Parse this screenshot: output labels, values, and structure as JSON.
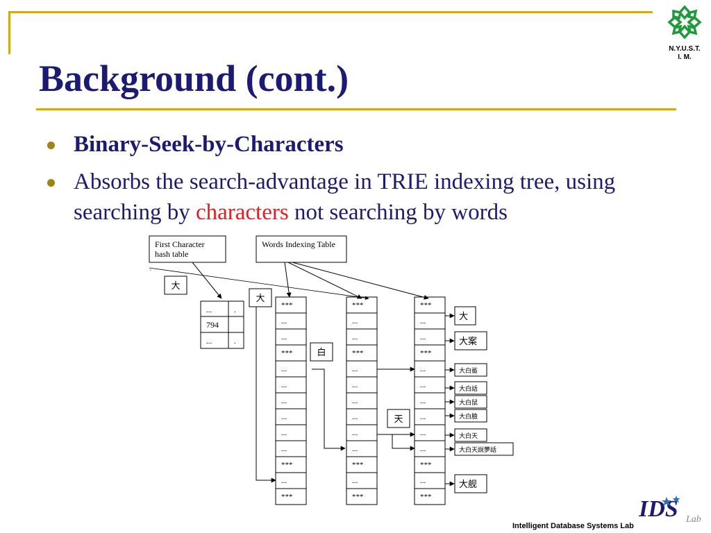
{
  "header": {
    "title": "Background (cont.)",
    "logo_text": "N.Y.U.S.T.",
    "logo_subtext": "I. M."
  },
  "bullets": {
    "item1": "Binary-Seek-by-Characters",
    "item2_part1": "Absorbs the search-advantage in TRIE indexing tree, using searching by ",
    "item2_highlight": "characters",
    "item2_part2": " not searching by words"
  },
  "diagram": {
    "first_char_box": "First      Character",
    "first_char_box_2": "hash table",
    "words_index_box": "Words Indexing Table",
    "query_char_1": "大",
    "query_char_2": "大",
    "query_char_3": "白",
    "query_char_4": "天",
    "hash_table": {
      "rows": [
        [
          "...",
          "."
        ],
        [
          "794",
          ""
        ],
        [
          "...",
          "."
        ]
      ]
    },
    "columns": [
      [
        "***",
        "...",
        "...",
        "***",
        "...",
        "...",
        "...",
        "...",
        "...",
        "...",
        "***",
        "...",
        "***"
      ],
      [
        "***",
        "...",
        "...",
        "***",
        "...",
        "...",
        "...",
        "...",
        "...",
        "...",
        "***",
        "...",
        "***"
      ],
      [
        "***",
        "...",
        "...",
        "***",
        "...",
        "...",
        "...",
        "...",
        "...",
        "...",
        "***",
        "...",
        "***"
      ]
    ],
    "results": [
      "大",
      "大案",
      "大白鯊",
      "大白話",
      "大白鼠",
      "大白臉",
      "大白天",
      "大白天說夢話",
      "大舰"
    ]
  },
  "footer": {
    "lab_name": "Intelligent Database Systems Lab",
    "logo_text": "IDS",
    "logo_subtext": "Lab"
  },
  "colors": {
    "title": "#1b1b74",
    "accent_gold": "#d4a817",
    "highlight_red": "#e81c1c",
    "logo_green": "#1e9a3c"
  }
}
